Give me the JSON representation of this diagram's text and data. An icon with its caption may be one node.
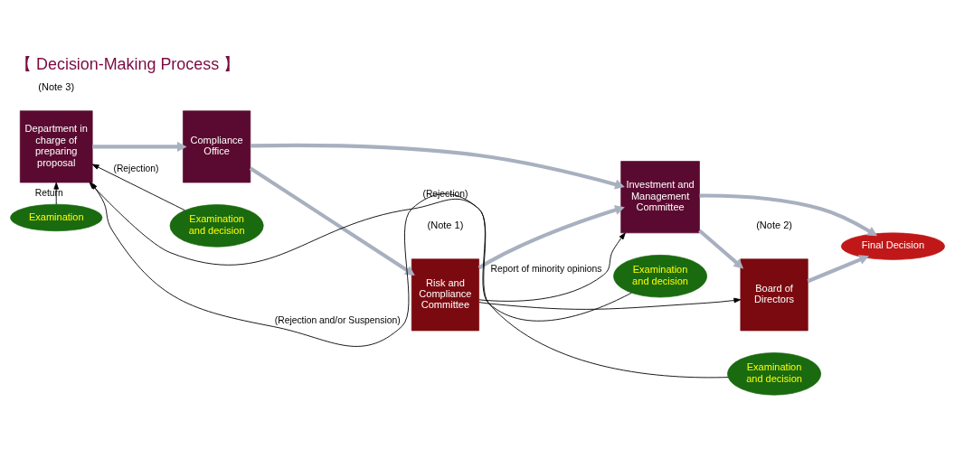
{
  "diagram": {
    "title": "【 Decision-Making Process 】",
    "nodes": [
      {
        "text": [
          "Department in charge of preparing proposal"
        ]
      },
      {
        "text": [
          "Compliance Office"
        ]
      },
      {
        "text": [
          "Risk and Compliance Committee"
        ],
        "beside": [
          "(Note 1)"
        ]
      },
      {
        "text": [
          "Investment and Management Committee"
        ]
      },
      {
        "text": [
          "Board of Directors"
        ],
        "beside": [
          "(Note 2)"
        ]
      },
      {
        "text": [
          "Final Decision"
        ]
      },
      {
        "text": [
          "Examination"
        ]
      },
      {
        "text": [
          "Examination and decision"
        ]
      },
      {
        "text": [
          "Examination and decision"
        ]
      },
      {
        "text": [
          "Examination and decision"
        ]
      }
    ],
    "edges": [
      {
        "from": 0,
        "to": 1,
        "arrow": "to"
      },
      {
        "from": 1,
        "to": 2,
        "arrow": "to"
      },
      {
        "from": 2,
        "to": 3,
        "arrow": "to"
      },
      {
        "from": 3,
        "to": 4,
        "arrow": "to"
      },
      {
        "from": 4,
        "to": 5,
        "arrow": "to"
      },
      {
        "from": 1,
        "to": 3,
        "arrow": "to"
      },
      {
        "from": 3,
        "to": 5,
        "arrow": "to"
      },
      {
        "from": 2,
        "to": 3,
        "arrow": "to",
        "label": "Report of minority opinions",
        "color": "#000000"
      },
      {
        "from": 2,
        "to": 4,
        "arrow": "to",
        "color": "#000000"
      },
      {
        "from": 6,
        "to": 0,
        "arrow": "to",
        "label": "Return",
        "color": "#000000"
      },
      {
        "from": 7,
        "to": 0,
        "arrow": "to",
        "label": "(Rejection)",
        "color": "#000000"
      },
      {
        "from": 8,
        "to": 0,
        "arrow": "to",
        "label": "(Rejection and/or Suspension)",
        "color": "#000000"
      },
      {
        "from": 9,
        "to": 0,
        "arrow": "to",
        "label": "(Rejection)",
        "color": "#000000"
      }
    ],
    "labels": [
      "(Note 3)"
    ]
  }
}
